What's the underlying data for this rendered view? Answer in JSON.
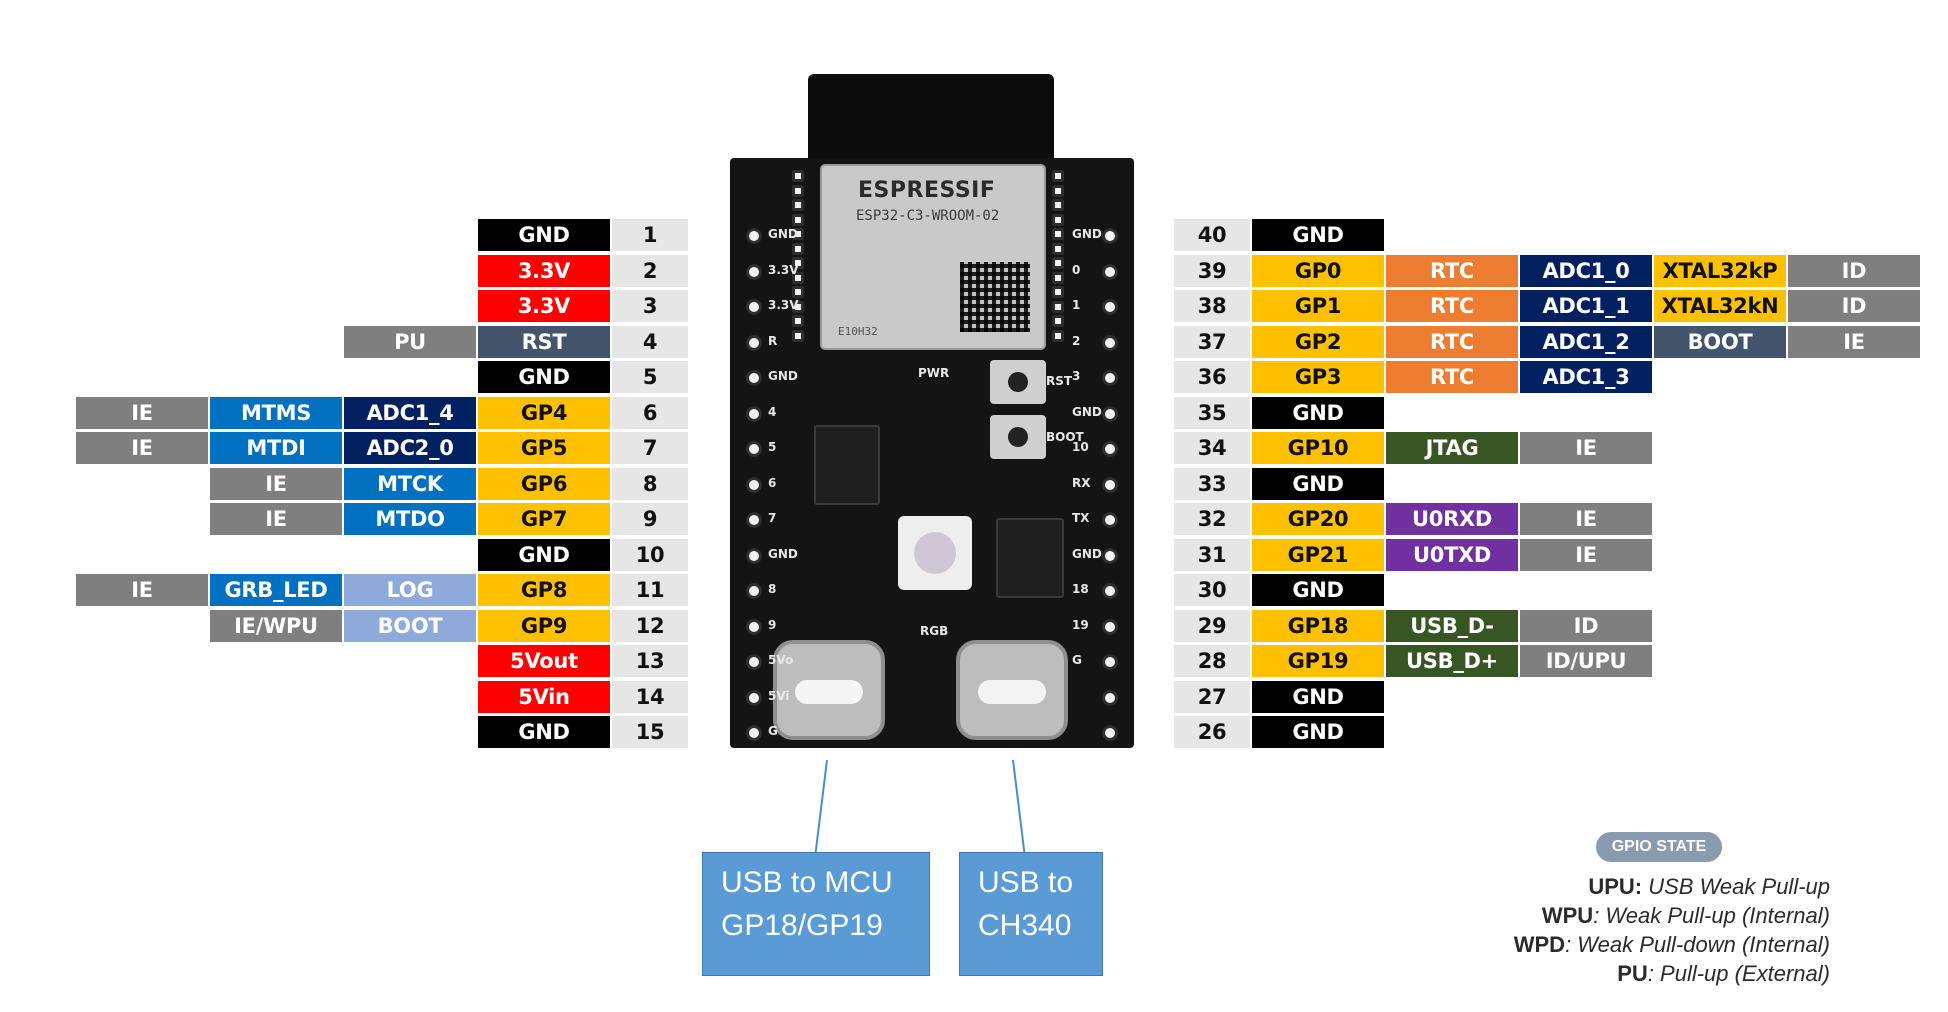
{
  "colors": {
    "gnd": "#000000",
    "power": "#ff0000",
    "rst": "#44546a",
    "gpio": "#ffc000",
    "gray": "#7f7f7f",
    "jtag_blue": "#0070c0",
    "adc_navy": "#002060",
    "lightblue": "#8eaadb",
    "rtc": "#ed7d31",
    "green": "#375623",
    "purple": "#7030a0",
    "pin_number_bg": "#e6e6e6",
    "usb_box": "#5b9bd5"
  },
  "board": {
    "module_brand": "ESPRESSIF",
    "module_part": "ESP32-C3-WROOM-02",
    "module_code": "E10H32",
    "silk_left": [
      "GND",
      "3.3V",
      "3.3V",
      "R",
      "GND",
      "4",
      "5",
      "6",
      "7",
      "GND",
      "8",
      "9",
      "5Vo",
      "5Vi",
      "G"
    ],
    "silk_right": [
      "GND",
      "0",
      "1",
      "2",
      "3",
      "GND",
      "10",
      "RX",
      "TX",
      "GND",
      "18",
      "19",
      "G"
    ],
    "silk_labels": [
      "PWR",
      "RST",
      "BOOT",
      "RGB"
    ]
  },
  "left_rows": [
    {
      "num": "1",
      "cells": [
        {
          "text": "GND",
          "color": "gnd"
        }
      ]
    },
    {
      "num": "2",
      "cells": [
        {
          "text": "3.3V",
          "color": "power"
        }
      ]
    },
    {
      "num": "3",
      "cells": [
        {
          "text": "3.3V",
          "color": "power"
        }
      ]
    },
    {
      "num": "4",
      "cells": [
        {
          "text": "RST",
          "color": "rst"
        },
        {
          "text": "PU",
          "color": "gray"
        }
      ]
    },
    {
      "num": "5",
      "cells": [
        {
          "text": "GND",
          "color": "gnd"
        }
      ]
    },
    {
      "num": "6",
      "cells": [
        {
          "text": "GP4",
          "color": "gpio"
        },
        {
          "text": "ADC1_4",
          "color": "adc_navy"
        },
        {
          "text": "MTMS",
          "color": "jtag_blue"
        },
        {
          "text": "IE",
          "color": "gray"
        }
      ]
    },
    {
      "num": "7",
      "cells": [
        {
          "text": "GP5",
          "color": "gpio"
        },
        {
          "text": "ADC2_0",
          "color": "adc_navy"
        },
        {
          "text": "MTDI",
          "color": "jtag_blue"
        },
        {
          "text": "IE",
          "color": "gray"
        }
      ]
    },
    {
      "num": "8",
      "cells": [
        {
          "text": "GP6",
          "color": "gpio"
        },
        {
          "text": "MTCK",
          "color": "jtag_blue"
        },
        {
          "text": "IE",
          "color": "gray"
        }
      ]
    },
    {
      "num": "9",
      "cells": [
        {
          "text": "GP7",
          "color": "gpio"
        },
        {
          "text": "MTDO",
          "color": "jtag_blue"
        },
        {
          "text": "IE",
          "color": "gray"
        }
      ]
    },
    {
      "num": "10",
      "cells": [
        {
          "text": "GND",
          "color": "gnd"
        }
      ]
    },
    {
      "num": "11",
      "cells": [
        {
          "text": "GP8",
          "color": "gpio"
        },
        {
          "text": "LOG",
          "color": "lightblue"
        },
        {
          "text": "GRB_LED",
          "color": "jtag_blue"
        },
        {
          "text": "IE",
          "color": "gray"
        }
      ]
    },
    {
      "num": "12",
      "cells": [
        {
          "text": "GP9",
          "color": "gpio"
        },
        {
          "text": "BOOT",
          "color": "lightblue"
        },
        {
          "text": "IE/WPU",
          "color": "gray"
        }
      ]
    },
    {
      "num": "13",
      "cells": [
        {
          "text": "5Vout",
          "color": "power"
        }
      ]
    },
    {
      "num": "14",
      "cells": [
        {
          "text": "5Vin",
          "color": "power"
        }
      ]
    },
    {
      "num": "15",
      "cells": [
        {
          "text": "GND",
          "color": "gnd"
        }
      ]
    }
  ],
  "right_rows": [
    {
      "num": "40",
      "cells": [
        {
          "text": "GND",
          "color": "gnd"
        }
      ]
    },
    {
      "num": "39",
      "cells": [
        {
          "text": "GP0",
          "color": "gpio"
        },
        {
          "text": "RTC",
          "color": "rtc"
        },
        {
          "text": "ADC1_0",
          "color": "adc_navy"
        },
        {
          "text": "XTAL32kP",
          "color": "gpio"
        },
        {
          "text": "ID",
          "color": "gray"
        }
      ]
    },
    {
      "num": "38",
      "cells": [
        {
          "text": "GP1",
          "color": "gpio"
        },
        {
          "text": "RTC",
          "color": "rtc"
        },
        {
          "text": "ADC1_1",
          "color": "adc_navy"
        },
        {
          "text": "XTAL32kN",
          "color": "gpio"
        },
        {
          "text": "ID",
          "color": "gray"
        }
      ]
    },
    {
      "num": "37",
      "cells": [
        {
          "text": "GP2",
          "color": "gpio"
        },
        {
          "text": "RTC",
          "color": "rtc"
        },
        {
          "text": "ADC1_2",
          "color": "adc_navy"
        },
        {
          "text": "BOOT",
          "color": "rst"
        },
        {
          "text": "IE",
          "color": "gray"
        }
      ]
    },
    {
      "num": "36",
      "cells": [
        {
          "text": "GP3",
          "color": "gpio"
        },
        {
          "text": "RTC",
          "color": "rtc"
        },
        {
          "text": "ADC1_3",
          "color": "adc_navy"
        }
      ]
    },
    {
      "num": "35",
      "cells": [
        {
          "text": "GND",
          "color": "gnd"
        }
      ]
    },
    {
      "num": "34",
      "cells": [
        {
          "text": "GP10",
          "color": "gpio"
        },
        {
          "text": "JTAG",
          "color": "green"
        },
        {
          "text": "IE",
          "color": "gray"
        }
      ]
    },
    {
      "num": "33",
      "cells": [
        {
          "text": "GND",
          "color": "gnd"
        }
      ]
    },
    {
      "num": "32",
      "cells": [
        {
          "text": "GP20",
          "color": "gpio"
        },
        {
          "text": "U0RXD",
          "color": "purple"
        },
        {
          "text": "IE",
          "color": "gray"
        }
      ]
    },
    {
      "num": "31",
      "cells": [
        {
          "text": "GP21",
          "color": "gpio"
        },
        {
          "text": "U0TXD",
          "color": "purple"
        },
        {
          "text": "IE",
          "color": "gray"
        }
      ]
    },
    {
      "num": "30",
      "cells": [
        {
          "text": "GND",
          "color": "gnd"
        }
      ]
    },
    {
      "num": "29",
      "cells": [
        {
          "text": "GP18",
          "color": "gpio"
        },
        {
          "text": "USB_D-",
          "color": "green"
        },
        {
          "text": "ID",
          "color": "gray"
        }
      ]
    },
    {
      "num": "28",
      "cells": [
        {
          "text": "GP19",
          "color": "gpio"
        },
        {
          "text": "USB_D+",
          "color": "green"
        },
        {
          "text": "ID/UPU",
          "color": "gray"
        }
      ]
    },
    {
      "num": "27",
      "cells": [
        {
          "text": "GND",
          "color": "gnd"
        }
      ]
    },
    {
      "num": "26",
      "cells": [
        {
          "text": "GND",
          "color": "gnd"
        }
      ]
    }
  ],
  "usb_boxes": [
    {
      "line1": "USB to MCU",
      "line2": "GP18/GP19"
    },
    {
      "line1": "USB to",
      "line2": "CH340"
    }
  ],
  "legend": {
    "badge": "GPIO STATE",
    "items": [
      {
        "abbr": "UPU:",
        "desc": "USB Weak Pull-up"
      },
      {
        "abbr": "WPU",
        "desc": ": Weak Pull-up (Internal)"
      },
      {
        "abbr": "WPD",
        "desc": ": Weak Pull-down (Internal)"
      },
      {
        "abbr": "PU",
        "desc": ": Pull-up (External)"
      }
    ]
  }
}
